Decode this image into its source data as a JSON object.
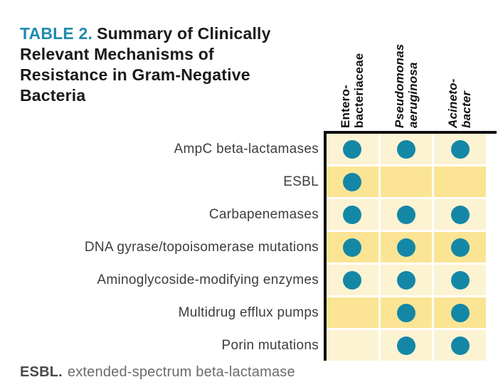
{
  "title": {
    "label": "TABLE 2.",
    "text": "Summary of Clinically Relevant Mechanisms of Resistance in Gram-Negative Bacteria"
  },
  "footnote": {
    "abbr": "ESBL.",
    "text": "extended-spectrum beta-lactamase"
  },
  "colors": {
    "accent_teal": "#1e8cab",
    "dot_teal": "#1487a6",
    "row_light": "#fcf3d3",
    "row_dark": "#fbe594",
    "border_black": "#101010",
    "label_gray": "#3d3d3d",
    "footnote_gray": "#6b6b6b"
  },
  "chart_data": {
    "type": "table",
    "title": "TABLE 2. Summary of Clinically Relevant Mechanisms of Resistance in Gram-Negative Bacteria",
    "columns": [
      {
        "lines": [
          "Entero-",
          "bacteriaceae"
        ],
        "italic": false
      },
      {
        "lines": [
          "Pseudomonas",
          "aeruginosa"
        ],
        "italic": true
      },
      {
        "lines": [
          "Acineto-",
          "bacter"
        ],
        "italic": true
      }
    ],
    "rows": [
      {
        "label": "AmpC beta-lactamases",
        "dots": [
          true,
          true,
          true
        ]
      },
      {
        "label": "ESBL",
        "dots": [
          true,
          false,
          false
        ]
      },
      {
        "label": "Carbapenemases",
        "dots": [
          true,
          true,
          true
        ]
      },
      {
        "label": "DNA gyrase/topoisomerase mutations",
        "dots": [
          true,
          true,
          true
        ]
      },
      {
        "label": "Aminoglycoside-modifying enzymes",
        "dots": [
          true,
          true,
          true
        ]
      },
      {
        "label": "Multidrug efflux pumps",
        "dots": [
          false,
          true,
          true
        ]
      },
      {
        "label": "Porin mutations",
        "dots": [
          false,
          true,
          true
        ]
      }
    ]
  }
}
